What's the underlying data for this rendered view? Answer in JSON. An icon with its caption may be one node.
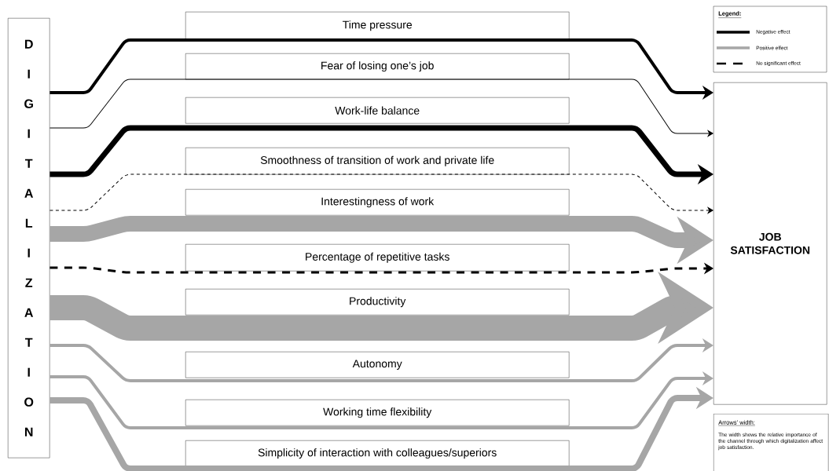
{
  "diagram": {
    "nodes": [
      {
        "text": [
          "DIGITALIZATION"
        ]
      },
      {
        "text": [
          "Time pressure"
        ]
      },
      {
        "text": [
          "Fear of losing one’s job"
        ]
      },
      {
        "text": [
          "Work-life balance"
        ]
      },
      {
        "text": [
          "Smoothness of transition of work and private life"
        ]
      },
      {
        "text": [
          "Interestingness of work"
        ]
      },
      {
        "text": [
          "Percentage of repetitive tasks"
        ]
      },
      {
        "text": [
          "Productivity"
        ]
      },
      {
        "text": [
          "Autonomy"
        ]
      },
      {
        "text": [
          "Working time flexibility"
        ]
      },
      {
        "text": [
          "Simplicity of interaction with colleagues/superiors"
        ]
      },
      {
        "text": [
          "JOB SATISFACTION"
        ]
      },
      {
        "text": [
          "Arrows’ width:",
          "The width shows the relative importance of the channel through which digitalization affect job satisfaction."
        ]
      }
    ],
    "edges": [
      {
        "from": 0,
        "to": 11,
        "arrow": "to"
      },
      {
        "from": 0,
        "to": 11,
        "arrow": "to"
      },
      {
        "from": 0,
        "to": 11,
        "arrow": "to"
      },
      {
        "from": 0,
        "to": 11,
        "arrow": "to",
        "style": "dashed"
      },
      {
        "from": 0,
        "to": 11,
        "arrow": "to",
        "style": "thick",
        "color": "#a6a6a6"
      },
      {
        "from": 0,
        "to": 11,
        "arrow": "to",
        "style": "dashed"
      },
      {
        "from": 0,
        "to": 11,
        "arrow": "to",
        "style": "thick",
        "color": "#a6a6a6"
      },
      {
        "from": 0,
        "to": 11,
        "arrow": "to",
        "color": "#a6a6a6"
      },
      {
        "from": 0,
        "to": 11,
        "arrow": "to",
        "color": "#a6a6a6"
      },
      {
        "from": 0,
        "to": 11,
        "arrow": "to",
        "style": "thick",
        "color": "#a6a6a6"
      }
    ],
    "labels": [
      "Legend:"
    ],
    "legend": [
      {
        "text": "Negative effect"
      },
      {
        "text": "Positive effect"
      },
      {
        "text": "No significant effect"
      }
    ]
  }
}
